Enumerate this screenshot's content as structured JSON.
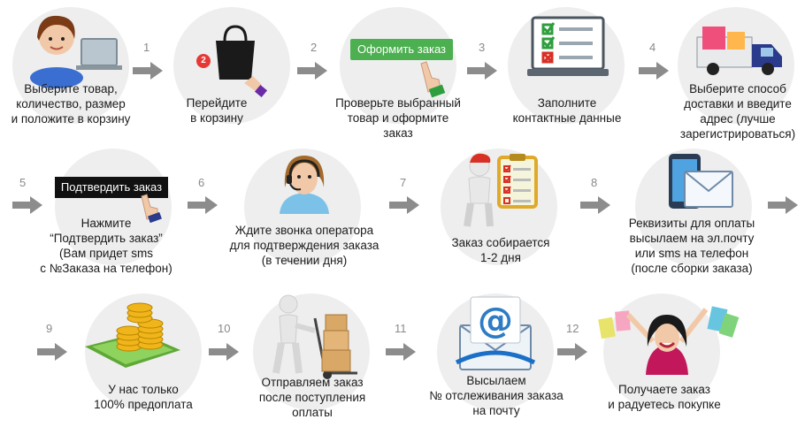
{
  "colors": {
    "arrow": "#8c8c8c",
    "circle": "#eeeeee",
    "button_green": "#4caf50",
    "button_black": "#111111",
    "badge_red": "#e53935"
  },
  "steps": [
    {
      "caption": "Выберите товар,\nколичество, размер\nи положите в корзину",
      "icon": "woman-laptop-icon"
    },
    {
      "caption": "Перейдите\nв корзину",
      "icon": "shopping-bag-icon",
      "badge": "2"
    },
    {
      "caption": "Проверьте выбранный\nтовар и оформите\nзаказ",
      "icon": "checkout-button-icon",
      "button": "Оформить заказ"
    },
    {
      "caption": "Заполните\nконтактные данные",
      "icon": "checklist-laptop-icon"
    },
    {
      "caption": "Выберите способ\nдоставки и введите\nадрес (лучше\nзарегистрироваться)",
      "icon": "delivery-truck-icon"
    },
    {
      "caption": "Нажмите\n“Подтвердить заказ”\n(Вам придет sms\nс №Заказа на телефон)",
      "icon": "confirm-button-icon",
      "button": "Подтвердить заказ"
    },
    {
      "caption": "Ждите звонка оператора\nдля подтверждения заказа\n(в течении дня)",
      "icon": "operator-headset-icon"
    },
    {
      "caption": "Заказ собирается\n1-2 дня",
      "icon": "clipboard-figure-icon"
    },
    {
      "caption": "Реквизиты для оплаты\nвысылаем на эл.почту\nили sms на телефон\n(после сборки заказа)",
      "icon": "phone-envelope-icon"
    },
    {
      "caption": "У нас только\n100% предоплата",
      "icon": "coins-icon"
    },
    {
      "caption": "Отправляем заказ\nпосле поступления\nоплаты",
      "icon": "boxes-cart-icon"
    },
    {
      "caption": "Высылаем\n№ отслеживания заказа\nна почту",
      "icon": "email-at-icon"
    },
    {
      "caption": "Получаете заказ\nи радуетесь покупке",
      "icon": "happy-woman-icon"
    }
  ],
  "arrows": [
    {
      "label": "1"
    },
    {
      "label": "2"
    },
    {
      "label": "3"
    },
    {
      "label": "4"
    },
    {
      "label": "5"
    },
    {
      "label": "6"
    },
    {
      "label": "7"
    },
    {
      "label": "8"
    },
    {
      "label": "9"
    },
    {
      "label": "10"
    },
    {
      "label": "11"
    },
    {
      "label": "12"
    }
  ]
}
